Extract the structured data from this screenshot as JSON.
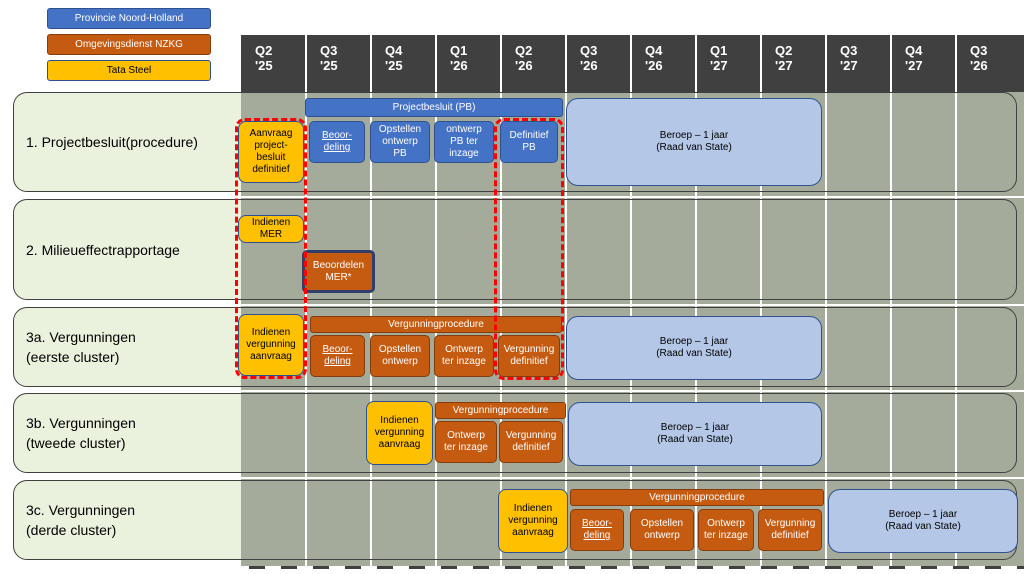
{
  "legend": {
    "province": "Provincie Noord-Holland",
    "omgevingsdienst": "Omgevingsdienst NZKG",
    "tata": "Tata Steel"
  },
  "quarters": [
    "Q2\n'25",
    "Q3\n'25",
    "Q4\n'25",
    "Q1\n'26",
    "Q2\n'26",
    "Q3\n'26",
    "Q4\n'26",
    "Q1\n'27",
    "Q2\n'27",
    "Q3\n'27",
    "Q4\n'27",
    "Q3\n'26"
  ],
  "rows": [
    {
      "label": "1. Projectbesluit(procedure)"
    },
    {
      "label": "2. Milieueffectrapportage"
    },
    {
      "label": "3a. Vergunningen\n(eerste cluster)"
    },
    {
      "label": "3b. Vergunningen\n(tweede cluster)"
    },
    {
      "label": "3c. Vergunningen\n(derde cluster)"
    }
  ],
  "row1": {
    "header": "Projectbesluit (PB)",
    "aanvraag": "Aanvraag\nproject-\nbesluit\ndefinitief",
    "beoordeling": "Beoor-\ndeling",
    "opstellen": "Opstellen\nontwerp\nPB",
    "ontwerp": "ontwerp\nPB ter\ninzage",
    "definitief": "Definitief\nPB",
    "beroep": "Beroep – 1 jaar\n(Raad van State)"
  },
  "row2": {
    "indienen": "Indienen\nMER",
    "beoordelen": "Beoordelen\nMER*"
  },
  "row3a": {
    "indienen": "Indienen\nvergunning\naanvraag",
    "header": "Vergunningprocedure",
    "beoordeling": "Beoor-\ndeling",
    "opstellen": "Opstellen\nontwerp",
    "ontwerp": "Ontwerp\nter inzage",
    "definitief": "Vergunning\ndefinitief",
    "beroep": "Beroep – 1 jaar\n(Raad van State)"
  },
  "row3b": {
    "indienen": "Indienen\nvergunning\naanvraag",
    "header": "Vergunningprocedure",
    "ontwerp": "Ontwerp\nter inzage",
    "definitief": "Vergunning\ndefinitief",
    "beroep": "Beroep – 1 jaar\n(Raad van State)"
  },
  "row3c": {
    "indienen": "Indienen\nvergunning\naanvraag",
    "header": "Vergunningprocedure",
    "beoordeling": "Beoor-\ndeling",
    "opstellen": "Opstellen\nontwerp",
    "ontwerp": "Ontwerp\nter inzage",
    "definitief": "Vergunning\ndefinitief",
    "beroep": "Beroep – 1 jaar\n(Raad van State)"
  },
  "colors": {
    "province_blue": "#4472c4",
    "omgevingsdienst_orange": "#c55a11",
    "tata_yellow": "#ffc000",
    "beroep_light_blue": "#b4c7e7",
    "row_label_green": "#eaf1dd",
    "grid_grey": "#a5ab9b",
    "header_dark": "#404040",
    "highlight_red": "#ff0000"
  }
}
